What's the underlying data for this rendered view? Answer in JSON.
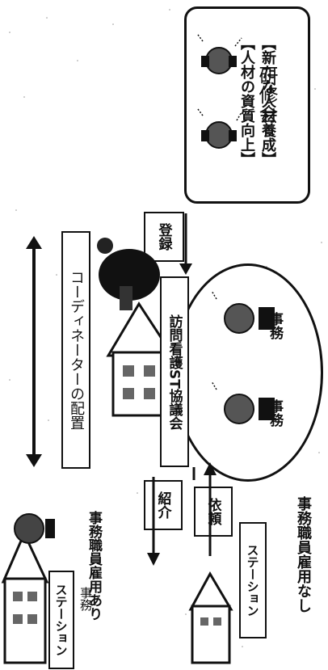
{
  "kenshu": {
    "title": "研修会",
    "goal1": "【人材の資質向上】",
    "goal2": "【新たな人材養成】"
  },
  "touroku": "登録",
  "coordinator": "コーディネーターの配置",
  "council": "訪問看護ST協議会",
  "jimu_left": "事務",
  "jimu_right": "事務",
  "shoukai": "紹介",
  "irai": "依頼",
  "station_top": {
    "label": "ステーション",
    "jimu": "事務",
    "caption": "事務職員雇用あり"
  },
  "station_bottom": {
    "label": "ステーション",
    "caption": "事務職員雇用なし"
  }
}
